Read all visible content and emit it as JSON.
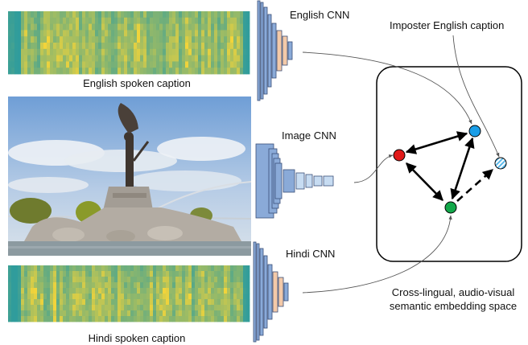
{
  "labels": {
    "english_spoken_caption": "English spoken caption",
    "hindi_spoken_caption": "Hindi spoken caption",
    "english_cnn": "English CNN",
    "image_cnn": "Image CNN",
    "hindi_cnn": "Hindi CNN",
    "imposter_english_caption": "Imposter English caption",
    "embedding_space_line1": "Cross-lingual, audio-visual",
    "embedding_space_line2": "semantic embedding space"
  },
  "colors": {
    "spectrogram_low": "#2f9c9c",
    "spectrogram_high": "#f2d43a",
    "cnn_blue": "#8aaad8",
    "cnn_peach": "#f3c9a8",
    "image_node": "#e11a1a",
    "english_node": "#1a9ee8",
    "hindi_node": "#12a84a",
    "imposter_node": "#7cc7ee",
    "sky": "#a9c4e4",
    "stone": "#9c948a",
    "water": "#7f8f95"
  },
  "icons": {
    "spectrogram": "spectrogram-icon",
    "cnn": "cnn-layers-icon",
    "photo": "statue-photo"
  }
}
